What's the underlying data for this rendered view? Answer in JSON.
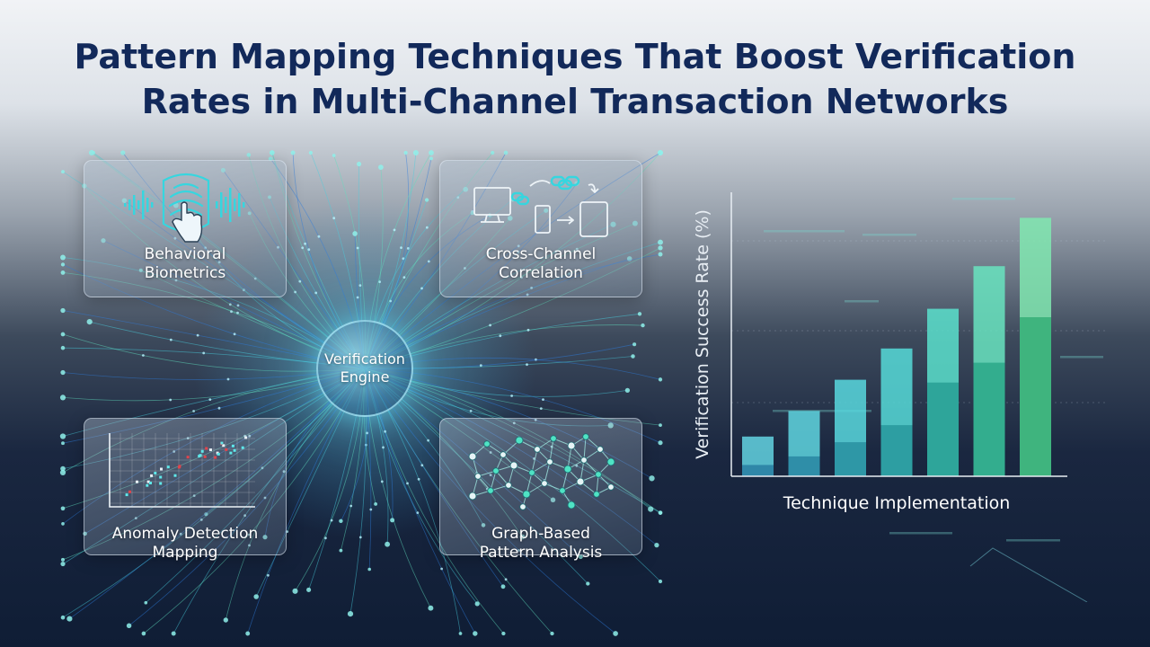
{
  "title": {
    "line1": "Pattern Mapping Techniques That Boost Verification",
    "line2": "Rates in Multi-Channel Transaction Networks"
  },
  "engine": {
    "line1": "Verification",
    "line2": "Engine"
  },
  "cards": {
    "behavioral": {
      "line1": "Behavioral",
      "line2": "Biometrics",
      "icon": "fingerprint-touch-icon"
    },
    "cross": {
      "line1": "Cross-Channel",
      "line2": "Correlation",
      "icon": "devices-link-icon"
    },
    "anomaly": {
      "line1": "Anomaly Detection",
      "line2": "Mapping",
      "icon": "scatter-grid-icon"
    },
    "graph": {
      "line1": "Graph-Based",
      "line2": "Pattern Analysis",
      "icon": "network-graph-icon"
    }
  },
  "colors": {
    "title": "#12295a",
    "accent_teal": "#5fe0d0",
    "accent_cyan": "#63d3e2",
    "accent_green": "#3fc98d",
    "anomaly_red": "#e0454d"
  },
  "chart_data": {
    "type": "bar",
    "title": "",
    "xlabel": "Technique Implementation",
    "ylabel": "Verification Success Rate (%)",
    "categories": [],
    "values": [
      14,
      23,
      34,
      45,
      59,
      74,
      91
    ],
    "base_values": [
      4,
      7,
      12,
      18,
      33,
      40,
      56
    ],
    "grid": true,
    "legend": "none"
  }
}
